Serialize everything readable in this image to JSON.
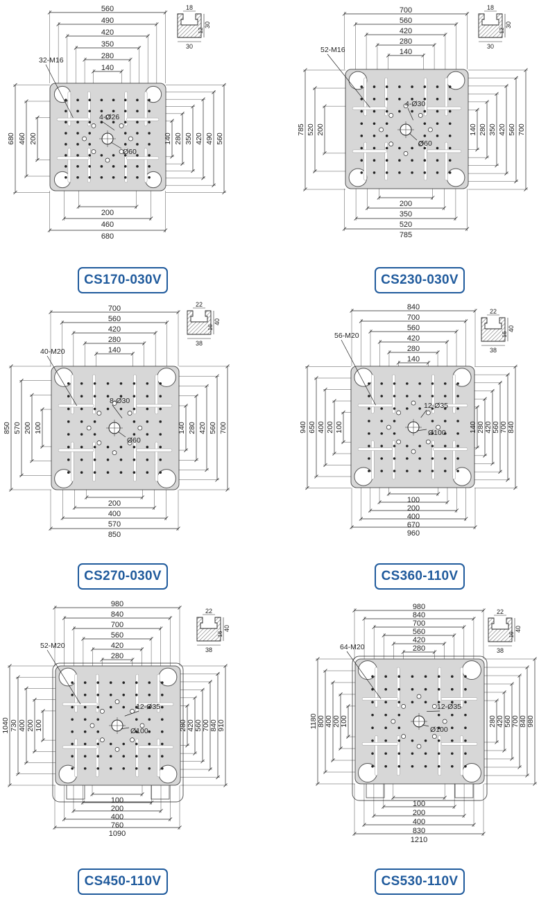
{
  "colors": {
    "ink": "#222222",
    "plate": "#d7d7d7",
    "plate_stroke": "#555555",
    "hatch": "#777777",
    "badge": "#1f5a9c"
  },
  "panels": [
    {
      "model": "CS170-030V",
      "top_dims": [
        "560",
        "490",
        "420",
        "350",
        "280",
        "140"
      ],
      "bottom_dims": [
        "200",
        "460",
        "680"
      ],
      "left_dims": [
        "680",
        "460",
        "200"
      ],
      "right_dims": [
        "140",
        "280",
        "350",
        "420",
        "490",
        "560"
      ],
      "bolt_label": "32-M16",
      "hole_label": "4-Ø26",
      "center_label": "Ø60",
      "profile": {
        "width": "18",
        "height": "30",
        "lip": "12",
        "base": "30"
      }
    },
    {
      "model": "CS230-030V",
      "top_dims": [
        "700",
        "560",
        "420",
        "280",
        "140"
      ],
      "bottom_dims": [
        "200",
        "350",
        "520",
        "785"
      ],
      "left_dims": [
        "785",
        "520",
        "200"
      ],
      "right_dims": [
        "140",
        "280",
        "350",
        "420",
        "560",
        "700"
      ],
      "bolt_label": "52-M16",
      "hole_label": "4-Ø30",
      "center_label": "Ø60",
      "profile": {
        "width": "18",
        "height": "30",
        "lip": "12",
        "base": "30"
      }
    },
    {
      "model": "CS270-030V",
      "top_dims": [
        "700",
        "560",
        "420",
        "280",
        "140"
      ],
      "bottom_dims": [
        "200",
        "400",
        "570",
        "850"
      ],
      "left_dims": [
        "850",
        "570",
        "200",
        "100"
      ],
      "right_dims": [
        "140",
        "280",
        "420",
        "560",
        "700"
      ],
      "bolt_label": "40-M20",
      "hole_label": "8-Ø30",
      "center_label": "Ø60",
      "profile": {
        "width": "22",
        "height": "40",
        "lip": "16",
        "base": "38"
      }
    },
    {
      "model": "CS360-110V",
      "top_dims": [
        "840",
        "700",
        "560",
        "420",
        "280",
        "140"
      ],
      "bottom_dims": [
        "100",
        "200",
        "400",
        "670",
        "960"
      ],
      "left_dims": [
        "940",
        "650",
        "400",
        "200",
        "100"
      ],
      "right_dims": [
        "140",
        "280",
        "420",
        "560",
        "700",
        "840"
      ],
      "bolt_label": "56-M20",
      "hole_label": "12-Ø35",
      "center_label": "Ø100",
      "profile": {
        "width": "22",
        "height": "40",
        "lip": "16",
        "base": "38"
      }
    },
    {
      "model": "CS450-110V",
      "top_dims": [
        "980",
        "840",
        "700",
        "560",
        "420",
        "280"
      ],
      "bottom_dims": [
        "100",
        "200",
        "400",
        "760",
        "1090"
      ],
      "left_dims": [
        "1040",
        "730",
        "400",
        "200",
        "100"
      ],
      "right_dims": [
        "280",
        "420",
        "560",
        "700",
        "840",
        "910"
      ],
      "bolt_label": "52-M20",
      "hole_label": "12-Ø35",
      "center_label": "Ø100",
      "profile": {
        "width": "22",
        "height": "40",
        "lip": "16",
        "base": "38"
      }
    },
    {
      "model": "CS530-110V",
      "top_dims": [
        "980",
        "840",
        "700",
        "560",
        "420",
        "280"
      ],
      "bottom_dims": [
        "100",
        "200",
        "400",
        "830",
        "1210"
      ],
      "left_dims": [
        "1180",
        "800",
        "400",
        "200",
        "100"
      ],
      "right_dims": [
        "280",
        "420",
        "560",
        "700",
        "840",
        "980"
      ],
      "bolt_label": "64-M20",
      "hole_label": "12-Ø35",
      "center_label": "Ø100",
      "profile": {
        "width": "22",
        "height": "40",
        "lip": "16",
        "base": "38"
      }
    }
  ]
}
